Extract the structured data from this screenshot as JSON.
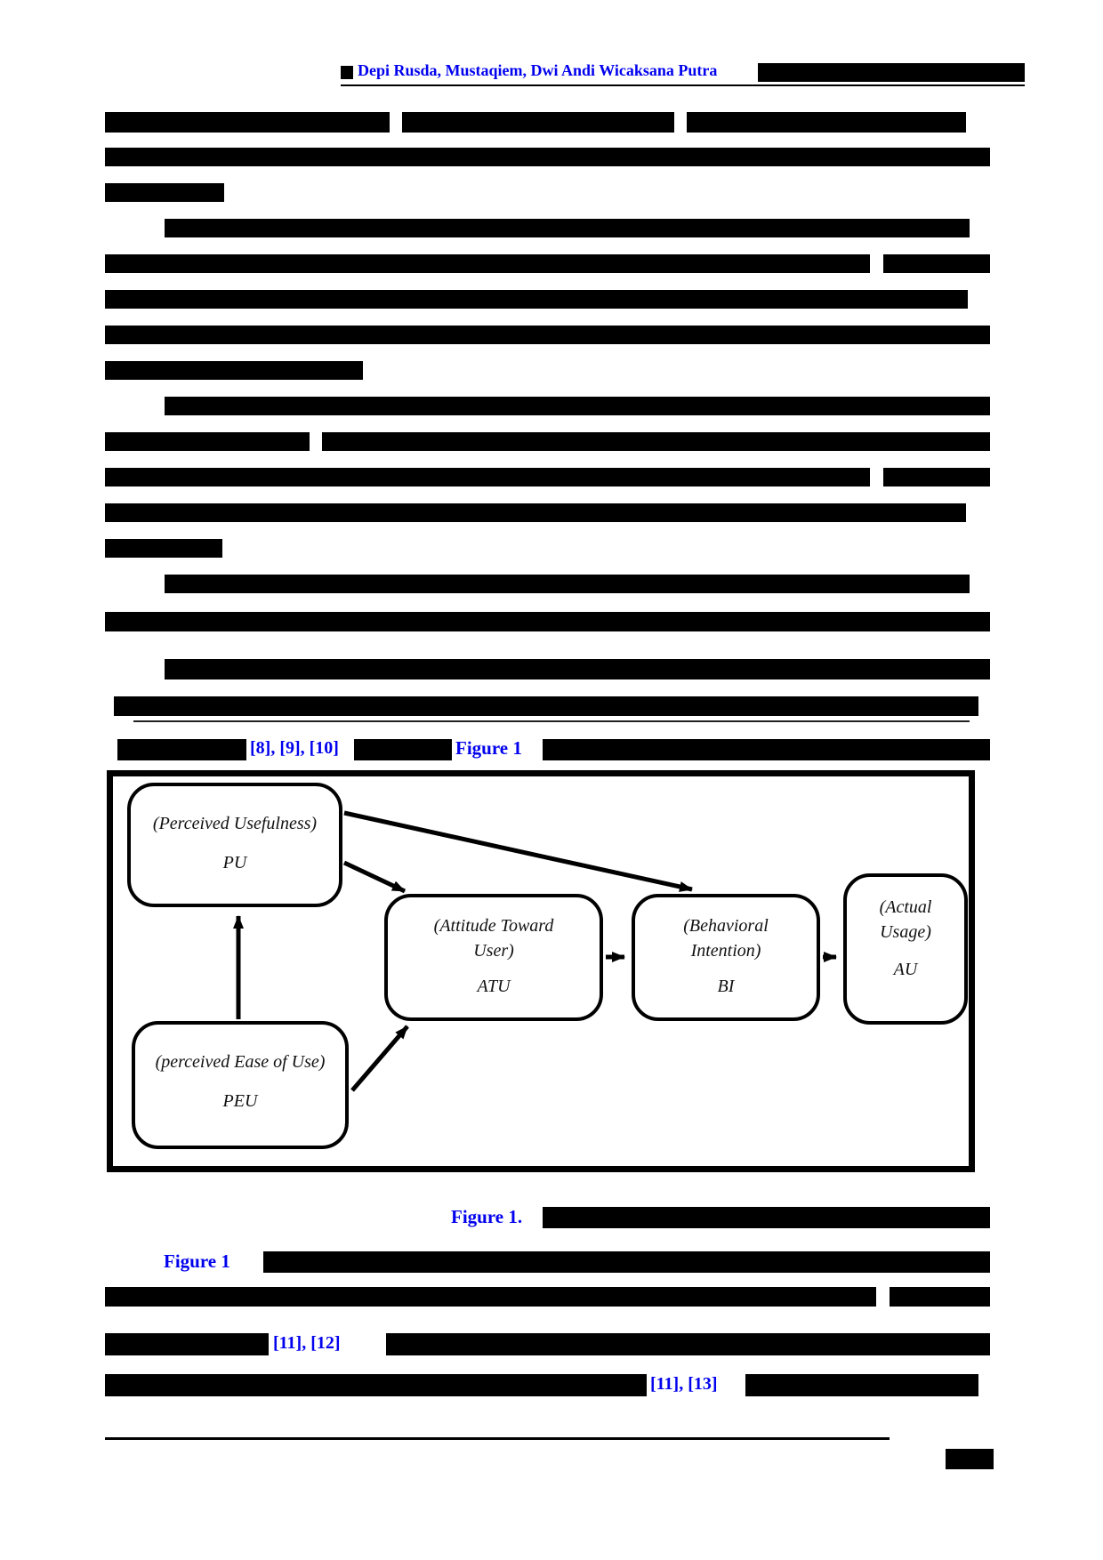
{
  "header": {
    "authors": "Depi Rusda, Mustaqiem, Dwi Andi Wicaksana Putra"
  },
  "body": {
    "figure_sources_refs": "[8], [9], [10]",
    "figure_ref_inline": "Figure 1",
    "para_figure_ref": "Figure 1",
    "para_refs_1": "[11], [12]",
    "para_refs_2": "[11], [13]"
  },
  "figure": {
    "caption_label": "Figure 1.",
    "boxes": {
      "pu": {
        "name": "(Perceived Usefulness)",
        "abbr": "PU"
      },
      "peu": {
        "name": "(perceived Ease of Use)",
        "abbr": "PEU"
      },
      "atu": {
        "name_l1": "(Attitude Toward",
        "name_l2": "User)",
        "abbr": "ATU"
      },
      "bi": {
        "name_l1": "(Behavioral",
        "name_l2": "Intention)",
        "abbr": "BI"
      },
      "au": {
        "name_l1": "(Actual",
        "name_l2": "Usage)",
        "abbr": "AU"
      }
    }
  },
  "colors": {
    "link_blue": "#0101ee",
    "redaction": "#000000"
  }
}
